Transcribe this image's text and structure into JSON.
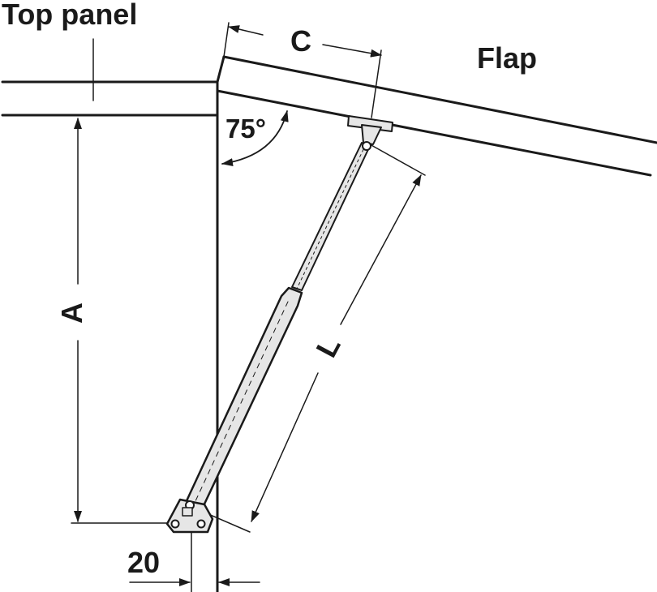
{
  "labels": {
    "top_panel": "Top panel",
    "flap": "Flap",
    "angle": "75°",
    "dim_a": "A",
    "dim_c": "C",
    "dim_l": "L",
    "dim_20": "20"
  },
  "colors": {
    "line": "#1a1a1a",
    "strut_fill": "#e6e6e6",
    "background": "#ffffff"
  }
}
